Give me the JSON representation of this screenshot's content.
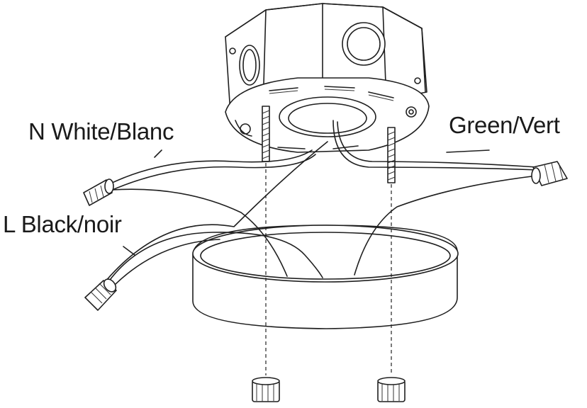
{
  "labels": {
    "neutral": "N White/Blanc",
    "line": "L Black/noir",
    "ground": "Green/Vert"
  }
}
